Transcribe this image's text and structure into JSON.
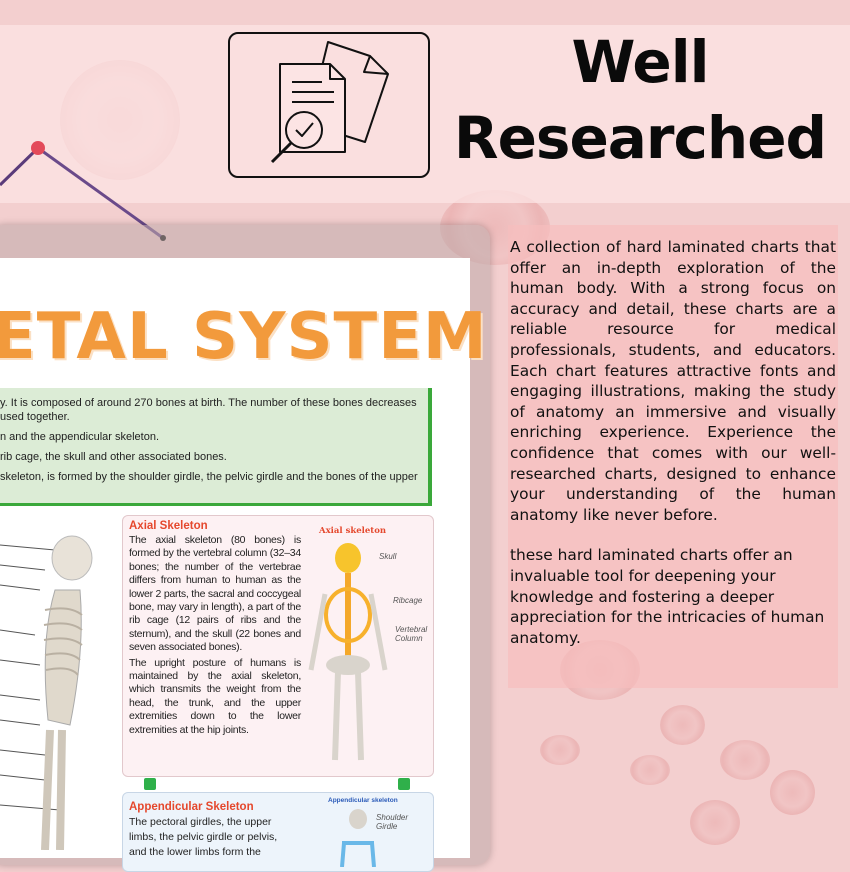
{
  "header": {
    "heading_line1": "Well",
    "heading_line2": "Researched",
    "icon": "document-check-icon"
  },
  "description": {
    "paragraph1": "A collection of hard laminated charts that offer an in-depth exploration of the human body. With a strong focus on accuracy and detail, these charts are a reliable resource for medical professionals, students, and educators. Each chart features attractive fonts and engaging illustrations, making the study of anatomy an immersive and visually enriching experience. Experience the confidence that comes with our well-researched charts, designed to enhance your understanding of the human anatomy like never before.",
    "paragraph2": "these hard laminated charts offer an invaluable tool for deepening your knowledge and fostering a deeper appreciation for the intricacies of human anatomy."
  },
  "chart": {
    "title": "ETAL SYSTEM",
    "intro_lines": [
      "y. It is composed of around 270 bones at birth. The number of these bones decreases",
      "used together.",
      "n and the appendicular skeleton.",
      "rib cage, the skull and other associated bones.",
      "skeleton, is formed by the shoulder girdle, the pelvic girdle and the bones of the upper"
    ],
    "axial": {
      "heading": "Axial Skeleton",
      "text1": "The axial skeleton (80 bones) is formed by the vertebral column (32–34 bones; the number of the vertebrae differs from human to human as the lower 2 parts, the sacral and coccygeal bone, may vary in length), a part of the rib cage (12 pairs of ribs and the sternum), and the skull (22 bones and seven associated bones).",
      "text2": "The upright posture of humans is maintained by the axial skeleton, which transmits the weight from the head, the trunk, and the upper extremities down to the lower extremities at the hip joints.",
      "figure_title": "Axial skeleton",
      "labels": [
        "Skull",
        "Ribcage",
        "Vertebral Column"
      ]
    },
    "appendicular": {
      "heading": "Appendicular Skeleton",
      "text": "The pectoral girdles, the upper limbs, the pelvic girdle or pelvis, and the lower limbs form the",
      "figure_title": "Appendicular skeleton",
      "labels": [
        "Shoulder Girdle"
      ]
    },
    "colors": {
      "title": "#f29a3c",
      "accent_green": "#3aa83a",
      "heading_red": "#e5482d"
    }
  }
}
